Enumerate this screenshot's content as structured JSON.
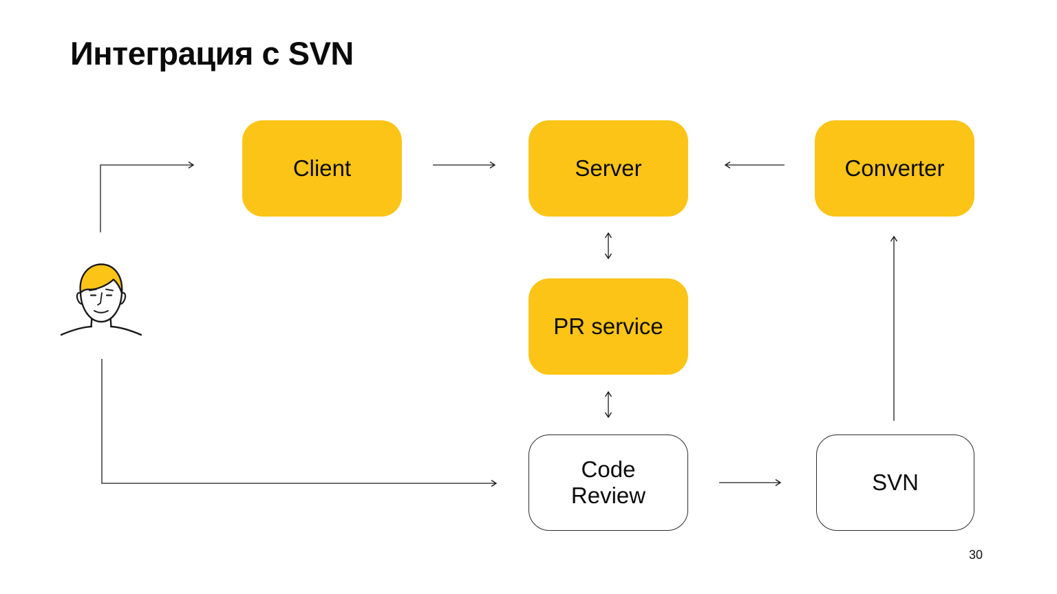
{
  "slide": {
    "title": "Интеграция с SVN",
    "page_number": "30"
  },
  "colors": {
    "accent_yellow": "#FCC417",
    "box_border": "#2b2b2b",
    "arrow": "#1a1a1a",
    "background": "#ffffff",
    "text": "#0b0b0b"
  },
  "diagram": {
    "user": {
      "icon": "person-icon",
      "hair_color": "#FCC417"
    },
    "nodes": [
      {
        "id": "client",
        "label": "Client",
        "style": "yellow"
      },
      {
        "id": "server",
        "label": "Server",
        "style": "yellow"
      },
      {
        "id": "converter",
        "label": "Converter",
        "style": "yellow"
      },
      {
        "id": "pr_service",
        "label": "PR service",
        "style": "yellow"
      },
      {
        "id": "code_review",
        "label": "Code Review",
        "style": "white"
      },
      {
        "id": "svn",
        "label": "SVN",
        "style": "white"
      }
    ],
    "edges": [
      {
        "from": "user",
        "to": "client",
        "direction": "one-way"
      },
      {
        "from": "client",
        "to": "server",
        "direction": "one-way"
      },
      {
        "from": "converter",
        "to": "server",
        "direction": "one-way"
      },
      {
        "from": "server",
        "to": "pr_service",
        "direction": "two-way"
      },
      {
        "from": "pr_service",
        "to": "code_review",
        "direction": "two-way"
      },
      {
        "from": "user",
        "to": "code_review",
        "direction": "one-way"
      },
      {
        "from": "code_review",
        "to": "svn",
        "direction": "one-way"
      },
      {
        "from": "svn",
        "to": "converter",
        "direction": "one-way"
      }
    ]
  }
}
